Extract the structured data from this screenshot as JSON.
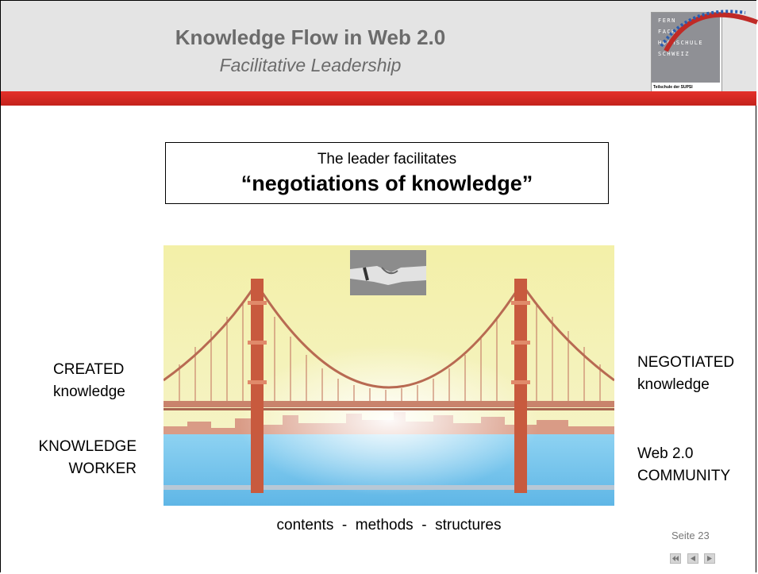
{
  "header": {
    "title": "Knowledge Flow in Web 2.0",
    "subtitle": "Facilitative Leadership",
    "logo_lines": [
      "FERN",
      "FACH",
      "HOCHSCHULE",
      "SCHWEIZ"
    ],
    "logo_caption": "Teilschule der SUPSI"
  },
  "quote": {
    "line1": "The leader facilitates",
    "line2": "“negotiations of knowledge”"
  },
  "left": {
    "upper": [
      "CREATED",
      "knowledge"
    ],
    "lower": [
      "KNOWLEDGE",
      "WORKER"
    ]
  },
  "right": {
    "upper": [
      "NEGOTIATED",
      "knowledge"
    ],
    "lower": [
      "Web 2.0",
      "COMMUNITY"
    ]
  },
  "bridge_caption": "contents  -  methods  -  structures",
  "footer": {
    "page": "Seite 23"
  },
  "colors": {
    "red_bar": "#d42a23",
    "header_bg": "#e4e4e4",
    "title": "#6b6b6b"
  }
}
